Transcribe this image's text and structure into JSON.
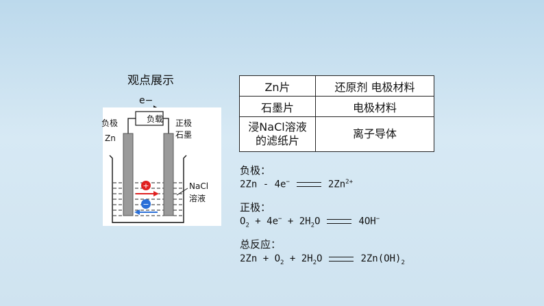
{
  "title": "观点展示",
  "diagram": {
    "electron": "e−",
    "load": "负载",
    "neg_label": "负极",
    "neg_mat": "Zn",
    "pos_label": "正极",
    "pos_mat": "石墨",
    "sol_1": "NaCl",
    "sol_2": "溶液",
    "plus": "+",
    "minus": "−"
  },
  "table": {
    "rows": [
      [
        "Zn片",
        "还原剂 电极材料"
      ],
      [
        "石墨片",
        "电极材料"
      ],
      [
        "浸NaCl溶液",
        "离子导体"
      ]
    ],
    "row3_line2": "的滤纸片"
  },
  "equations": {
    "neg_title": "负极：",
    "neg": {
      "a": "2Zn - 4e",
      "b": "2Zn"
    },
    "pos_title": "正极：",
    "pos": {
      "a": "O",
      "b": " + 4e",
      "c": " + 2H",
      "d": "O",
      "e": "4OH"
    },
    "total_title": "总反应：",
    "total": {
      "a": "2Zn + O",
      "b": " + 2H",
      "c": "O",
      "d": "2Zn(OH)"
    }
  },
  "sup": {
    "minus": "−",
    "two_plus": "2+"
  },
  "sub": {
    "two": "2"
  }
}
